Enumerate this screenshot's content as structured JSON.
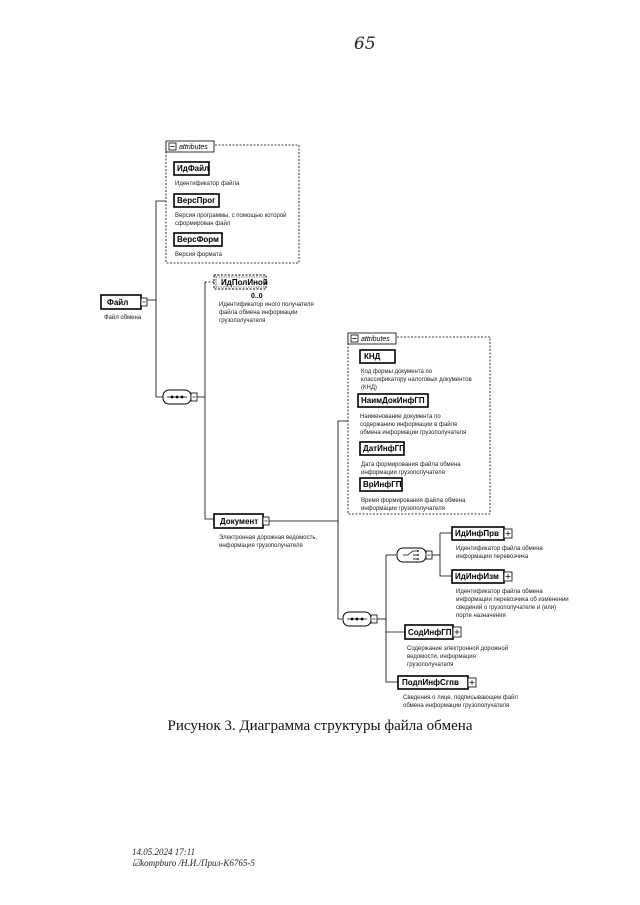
{
  "page_number": "65",
  "caption": "Рисунок 3. Диаграмма структуры файла обмена",
  "footer": {
    "date": "14.05.2024 17:11",
    "signature": "☑kompburo /Н.И./Прил-К6765-5"
  },
  "diagram": {
    "root": {
      "label": "Файл",
      "desc": "Файл обмена"
    },
    "attrs1": {
      "header": "attributes",
      "items": [
        {
          "label": "ИдФайл",
          "desc": [
            "Идентификатор файла"
          ]
        },
        {
          "label": "ВерсПрог",
          "desc": [
            "Версия программы, с помощью которой",
            "сформирован файл"
          ]
        },
        {
          "label": "ВерсФорм",
          "desc": [
            "Версия формата"
          ]
        }
      ]
    },
    "idpolinoy": {
      "label": "ИдПолИной",
      "occurrence": "0..0",
      "desc": [
        "Идентификатор иного получателя",
        "файла обмена информации",
        "грузополучателя"
      ]
    },
    "document": {
      "label": "Документ",
      "desc": [
        "Электронная дорожная ведомость,",
        "информация грузополучателя"
      ]
    },
    "attrs2": {
      "header": "attributes",
      "items": [
        {
          "label": "КНД",
          "desc": [
            "Код формы документа по",
            "классификатору налоговых документов",
            "(КНД)"
          ]
        },
        {
          "label": "НаимДокИнфГП",
          "desc": [
            "Наименование документа по",
            "содержанию информации в файле",
            "обмена информации грузополучателя"
          ]
        },
        {
          "label": "ДатИнфГП",
          "desc": [
            "Дата формирования файла обмена",
            "информации грузополучателя"
          ]
        },
        {
          "label": "ВрИнфГП",
          "desc": [
            "Время формирования файла обмена",
            "информации грузополучателя"
          ]
        }
      ]
    },
    "choice_items": [
      {
        "label": "ИдИнфПрв",
        "desc": [
          "Идентификатор файла обмена",
          "информации перевозчика"
        ]
      },
      {
        "label": "ИдИнфИзм",
        "desc": [
          "Идентификатор файла обмена",
          "информации перевозчика об изменении",
          "сведений о грузополучателе и (или)",
          "порте назначения"
        ]
      }
    ],
    "sodinfgp": {
      "label": "СодИнфГП",
      "desc": [
        "Содержание электронной дорожной",
        "ведомости, информация",
        "грузополучателя"
      ]
    },
    "podpinfsost": {
      "label": "ПодпИнфСгпв",
      "desc": [
        "Сведения о лице, подписывающем файл",
        "обмена информации грузополучателя"
      ]
    }
  }
}
